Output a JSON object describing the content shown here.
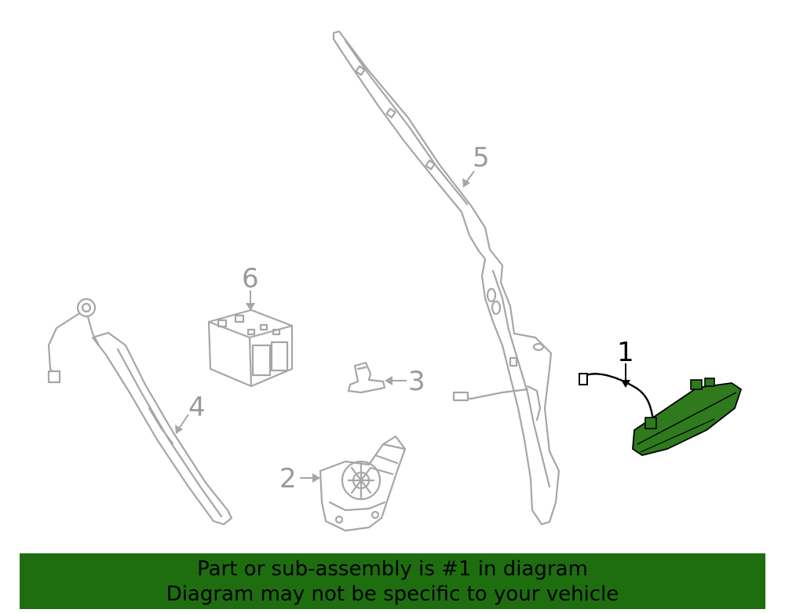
{
  "callouts": {
    "c1": "1",
    "c2": "2",
    "c3": "3",
    "c4": "4",
    "c5": "5",
    "c6": "6"
  },
  "banner": {
    "line1": "Part or sub-assembly is #1 in diagram",
    "line2": "Diagram may not be specific to your vehicle"
  },
  "colors": {
    "highlight_part": "#2f7a1d",
    "banner_background": "#1e6e10",
    "line_art": "#a6a6a6"
  }
}
